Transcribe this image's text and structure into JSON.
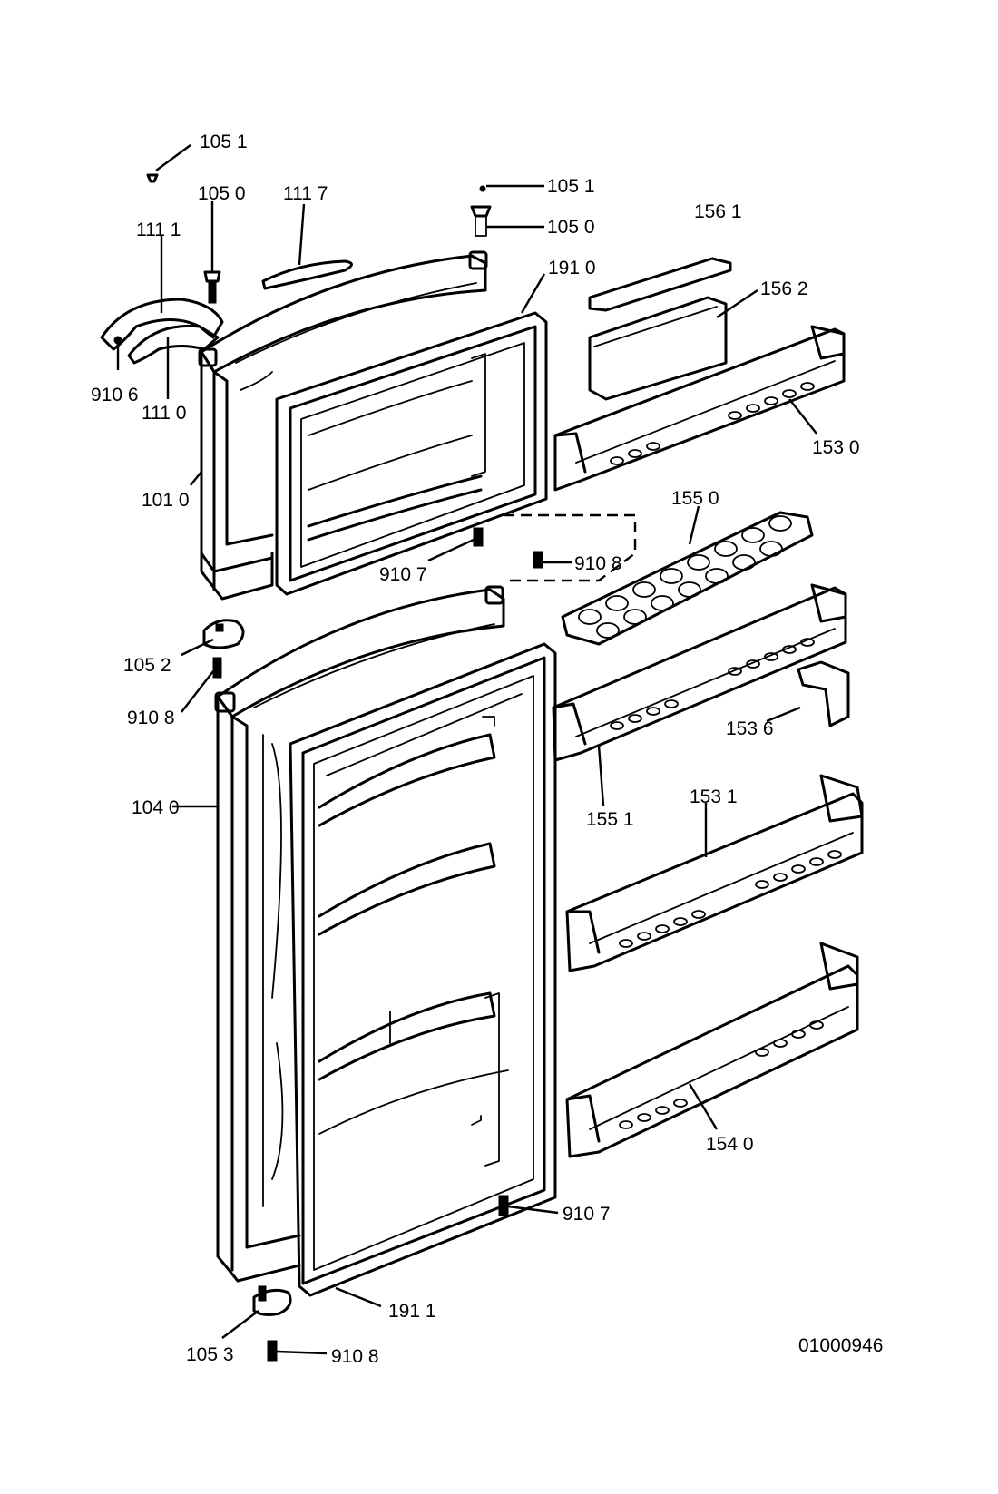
{
  "diagram_id": "01000946",
  "labels": {
    "l1051a": "105 1",
    "l1050a": "105 0",
    "l1117": "111 7",
    "l1051b": "105 1",
    "l1050b": "105 0",
    "l1561": "156 1",
    "l1111": "111 1",
    "l1910": "191 0",
    "l1562": "156 2",
    "l9106": "910 6",
    "l1110": "111 0",
    "l1530": "153 0",
    "l1010": "101 0",
    "l1550": "155 0",
    "l9107a": "910 7",
    "l9108a": "910 8",
    "l1052": "105 2",
    "l9108b": "910 8",
    "l1536": "153 6",
    "l1040": "104 0",
    "l1551": "155 1",
    "l1531": "153 1",
    "l1540": "154 0",
    "l9107b": "910 7",
    "l1911": "191 1",
    "l1053": "105 3",
    "l9108c": "910 8"
  }
}
